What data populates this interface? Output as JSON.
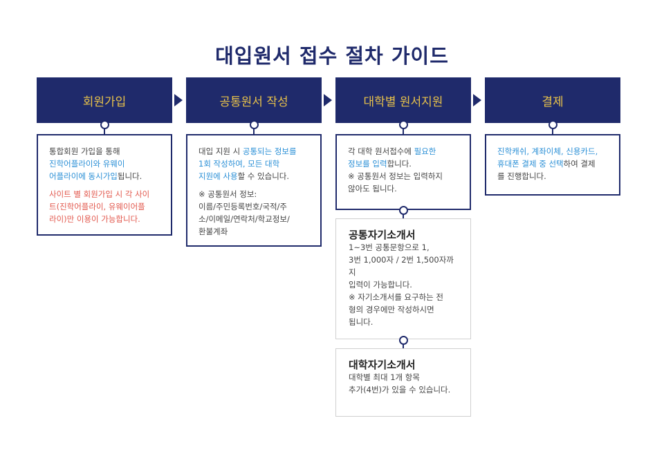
{
  "title": "대입원서 접수 절차 가이드",
  "steps": [
    {
      "label": "회원가입"
    },
    {
      "label": "공통원서 작성"
    },
    {
      "label": "대학별 원서지원"
    },
    {
      "label": "결제"
    }
  ],
  "boxes": {
    "b1": {
      "p1a": "통합회원 가입을 통해",
      "p1b": "진학어플라이와 유웨이",
      "p1c": "어플라이에 동시가입",
      "p1d": "됩니다.",
      "r1": "사이트 별 회원가입 시 각 사이",
      "r2": "트(진학어플라이, 유웨이어플",
      "r3": "라이)만 이용이 가능합니다."
    },
    "b2": {
      "l1a": "대입 지원 시 ",
      "l1b": "공통되는 정보를",
      "l2": "1회 작성하여, 모든 대학",
      "l3a": "지원에 사용",
      "l3b": "할 수 있습니다.",
      "n1": "※ 공통원서 정보:",
      "n2": "이름/주민등록번호/국적/주",
      "n3": "소/이메일/연락처/학교정보/",
      "n4": "환불계좌"
    },
    "b3": {
      "l1a": "각 대학 원서접수에 ",
      "l1b": "필요한",
      "l2a": "정보를 입력",
      "l2b": "합니다.",
      "n1": "※ 공통원서 정보는 입력하지",
      "n2": "않아도 됩니다."
    },
    "b4": {
      "l1": "진학캐쉬, 계좌이체, 신용카드,",
      "l2a": "휴대폰 결제 중 선택",
      "l2b": "하여 결제",
      "l3": "를 진행합니다."
    },
    "essay1": {
      "heading": "공통자기소개서",
      "l1": "1~3번 공통문항으로 1,",
      "l2": "3번 1,000자 / 2번 1,500자까지",
      "l3": "입력이 가능합니다.",
      "l4": "※ 자기소개서를 요구하는 전",
      "l5": "형의 경우에만 작성하시면",
      "l6": "됩니다."
    },
    "essay2": {
      "heading": "대학자기소개서",
      "l1": "대학별 최대 1개 항목",
      "l2": "추가(4번)가 있을 수 있습니다."
    }
  }
}
